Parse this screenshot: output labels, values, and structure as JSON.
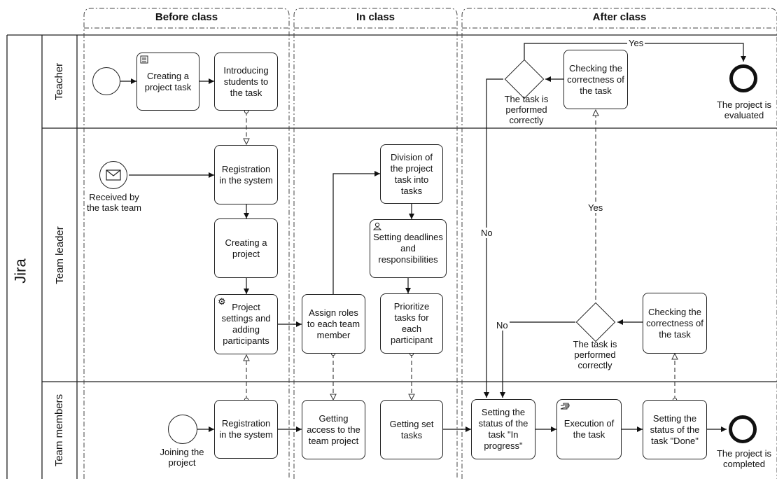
{
  "phases": [
    "Before class",
    "In class",
    "After class"
  ],
  "pool": "Jira",
  "lanes": [
    "Teacher",
    "Team leader",
    "Team members"
  ],
  "tasks": {
    "t_create_task": "Creating a project task",
    "t_intro": "Introducing students to the task",
    "t_check_teacher": "Checking the correctness of the task",
    "t_reg_leader": "Registration in the system",
    "t_create_project": "Creating a project",
    "t_proj_settings": "Project settings and adding participants",
    "t_assign_roles": "Assign roles to each team member",
    "t_division": "Division of the project task into tasks",
    "t_deadlines": "Setting deadlines and responsibilities",
    "t_prioritize": "Prioritize tasks for each participant",
    "t_check_leader": "Checking the correctness of the task",
    "t_reg_member": "Registration in the system",
    "t_access": "Getting access to the team project",
    "t_getting_set": "Getting set tasks",
    "t_in_progress": "Setting the status of the task \"In progress\"",
    "t_execution": "Execution of the task",
    "t_done": "Setting the status of the task \"Done\""
  },
  "events": {
    "e_received": "Received by the task team",
    "e_evaluated": "The project is evaluated",
    "e_joining": "Joining the project",
    "e_completed": "The project is completed"
  },
  "gateways": {
    "g_teacher": "The task is performed correctly",
    "g_leader": "The task is performed correctly"
  },
  "flow_labels": {
    "yes_top": "Yes",
    "no_left": "No",
    "yes_mid": "Yes",
    "no_mid": "No"
  },
  "icons": {
    "script": "script-icon",
    "user": "user-icon",
    "service": "gear-icon",
    "manual": "hand-icon",
    "message": "envelope-icon"
  }
}
